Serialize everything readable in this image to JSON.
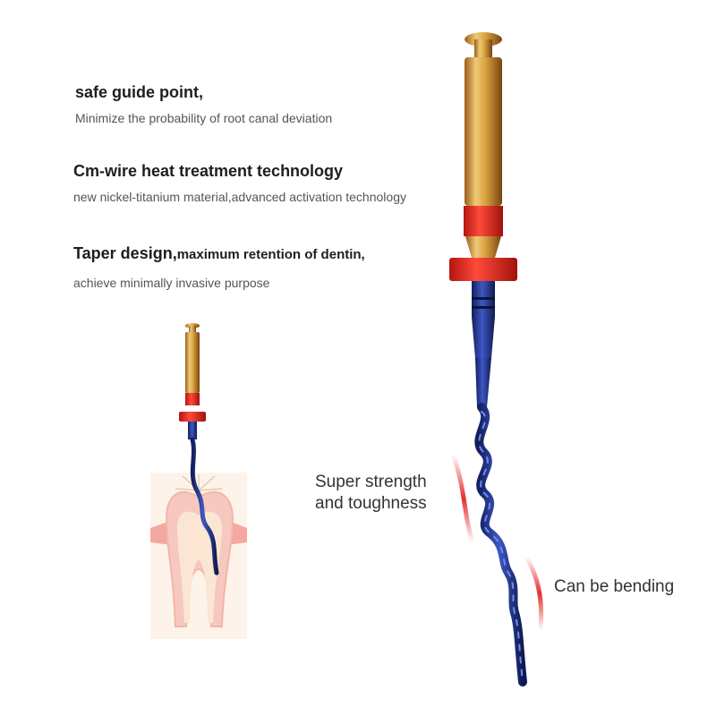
{
  "features": [
    {
      "title": "safe guide point,",
      "title_small": "",
      "description": "Minimize the probability of root canal deviation"
    },
    {
      "title": "Cm-wire heat treatment technology",
      "title_small": "",
      "description": "new nickel-titanium material,advanced activation technology"
    },
    {
      "title": "Taper design,",
      "title_small": "maximum retention of dentin,",
      "description": "achieve minimally invasive purpose"
    }
  ],
  "callouts": {
    "strength_line1": "Super strength",
    "strength_line2": "and toughness",
    "bending": "Can be bending"
  },
  "colors": {
    "handle_gold": "#d9a441",
    "ring_red": "#e8281e",
    "file_blue": "#243a8c",
    "accent_arc_red": "#e53030",
    "tooth_pink": "#f6c8c0",
    "tooth_cream": "#fbe6d3"
  },
  "icons": [
    "endodontic-file-large",
    "endodontic-file-small",
    "tooth-cross-section"
  ]
}
